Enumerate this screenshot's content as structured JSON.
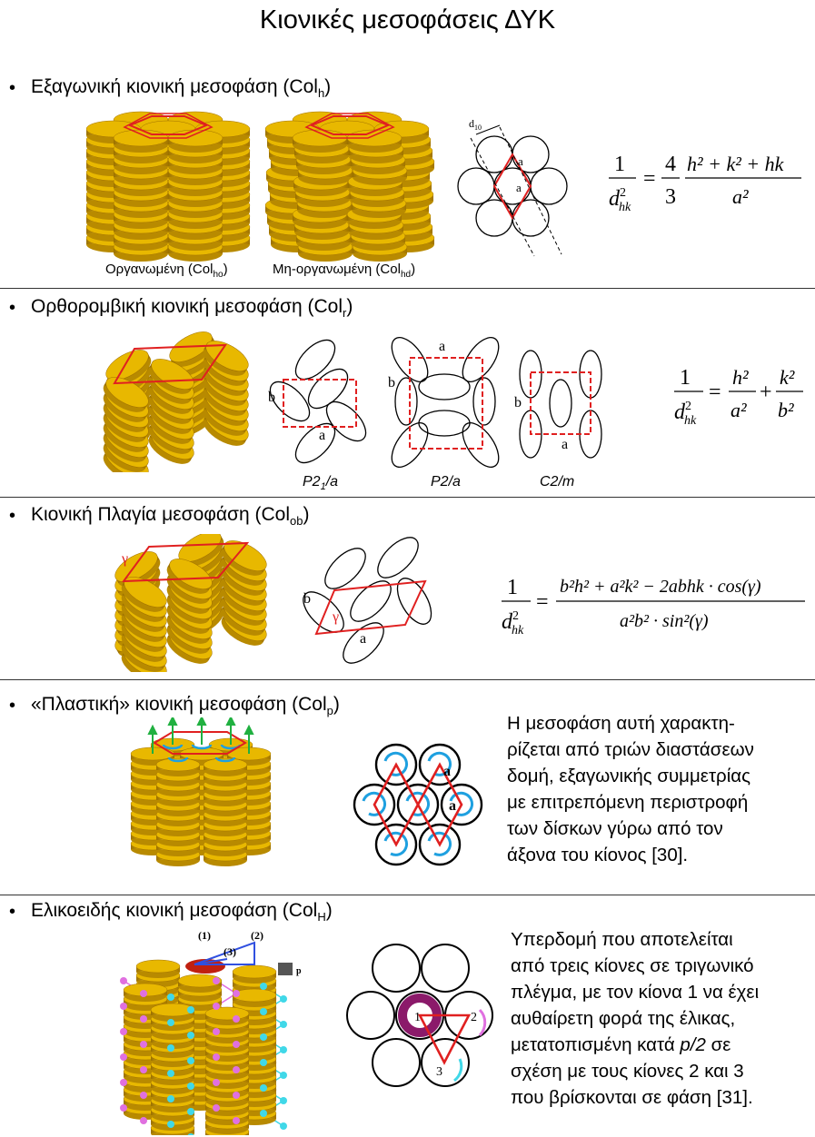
{
  "title": "Κιονικές μεσοφάσεις ΔΥΚ",
  "bullet_char": "•",
  "sections": [
    {
      "heading_main": "Εξαγωνική κιονική μεσοφάση (Col",
      "heading_sub": "h",
      "heading_end": ")",
      "caption1_main": "Οργανωμένη (Col",
      "caption1_sub": "ho",
      "caption1_end": ")",
      "caption2_main": "Μη-οργανωμένη (Col",
      "caption2_sub": "hd",
      "caption2_end": ")",
      "diagram_labels": {
        "d": "d",
        "d_sub": "10",
        "a1": "a",
        "a2": "a"
      },
      "formula": {
        "num": "4",
        "den": "3",
        "expr_top": "h² + k² + hk",
        "expr_bot": "a²"
      }
    },
    {
      "heading_main": "Ορθορομβική  κιονική μεσοφάση (Col",
      "heading_sub": "r",
      "heading_end": ")",
      "groups": [
        {
          "label_main": "P2",
          "label_sub": "1",
          "label_end": "/a"
        },
        {
          "label_main": "P2/a",
          "label_sub": "",
          "label_end": ""
        },
        {
          "label_main": "C2/m",
          "label_sub": "",
          "label_end": ""
        }
      ],
      "diagram_labels": {
        "a": "a",
        "b": "b"
      },
      "formula": {
        "t1": "h²",
        "b1": "a²",
        "t2": "k²",
        "b2": "b²"
      }
    },
    {
      "heading_main": "Κιονική Πλαγία μεσοφάση (Col",
      "heading_sub": "ob",
      "heading_end": ")",
      "diagram_labels": {
        "gamma": "γ",
        "a": "a",
        "b": "b"
      },
      "formula": {
        "top": "b²h² + a²k² − 2abhk · cos(γ)",
        "bot": "a²b² · sin²(γ)"
      }
    },
    {
      "heading_main": "«Πλαστική» κιονική μεσοφάση (Col",
      "heading_sub": "p",
      "heading_end": ")",
      "diagram_labels": {
        "a": "a"
      },
      "description": [
        "Η μεσοφάση αυτή χαρακτη-",
        "ρίζεται από τριών διαστάσεων",
        "δομή, εξαγωνικής συμμετρίας",
        "με επιτρεπόμενη περιστροφή",
        "των δίσκων γύρω από τον",
        "άξονα του κίονος [30]."
      ]
    },
    {
      "heading_main": "Ελικοειδής κιονική μεσοφάση (Col",
      "heading_sub": "H",
      "heading_end": ")",
      "diagram_labels": {
        "n1": "(1)",
        "n2": "(2)",
        "n3": "(3)",
        "p": "p",
        "c1": "1",
        "c2": "2",
        "c3": "3"
      },
      "description_parts": [
        [
          "Υπερδομή που αποτελείται"
        ],
        [
          "από τρεις κίονες σε τριγωνικό"
        ],
        [
          "πλέγμα, με τον κίονα 1 να έχει"
        ],
        [
          "αυθαίρετη φορά της έλικας,"
        ],
        [
          "μετατοπισμένη κατά ",
          "p/2",
          " σε"
        ],
        [
          "σχέση με τους κίονες 2 και 3"
        ],
        [
          "που βρίσκονται σε φάση [31]."
        ]
      ]
    }
  ],
  "formula_lhs": {
    "one": "1",
    "d": "d",
    "d_sup": "2",
    "d_sub": "hk"
  },
  "colors": {
    "disk": "#e8b800",
    "disk_dark": "#b88a00",
    "lattice": "#e02020",
    "rotation": "#1ea0e0",
    "axis_arrow": "#20b040",
    "helix_pink": "#e070e0",
    "helix_cyan": "#40d8e8",
    "col1_ring": "#8b1a6a"
  }
}
